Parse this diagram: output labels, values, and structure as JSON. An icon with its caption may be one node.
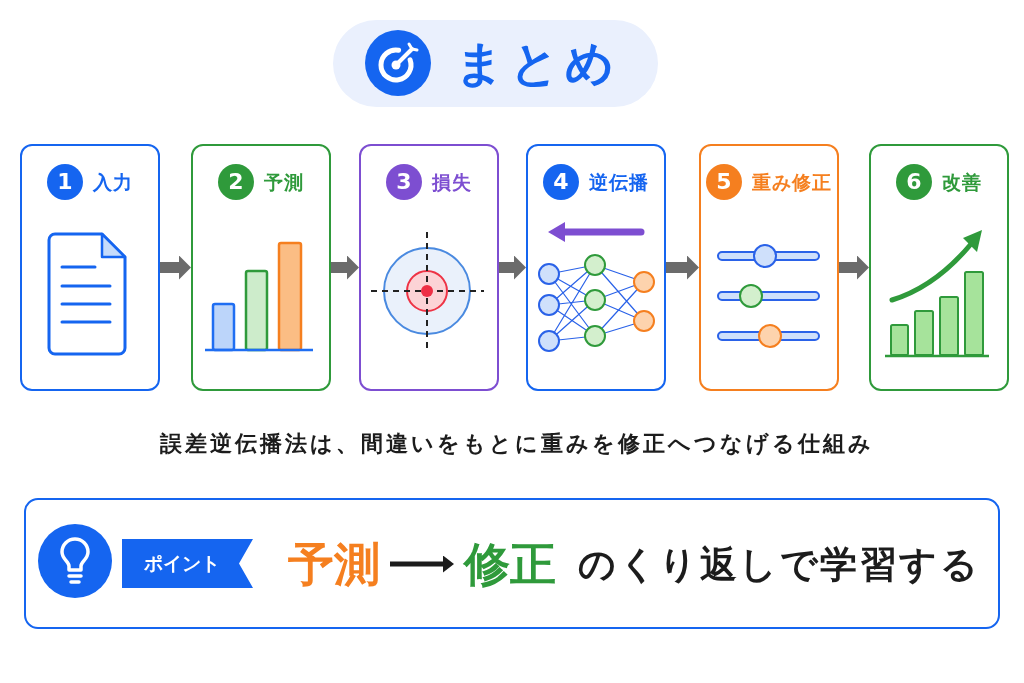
{
  "diagram": {
    "title": "まとめ",
    "nodes": [
      {
        "text": [
          "1",
          "入力"
        ]
      },
      {
        "text": [
          "2",
          "予測"
        ]
      },
      {
        "text": [
          "3",
          "損失"
        ]
      },
      {
        "text": [
          "4",
          "逆伝播"
        ]
      },
      {
        "text": [
          "5",
          "重み修正"
        ]
      },
      {
        "text": [
          "6",
          "改善"
        ]
      },
      {
        "text": [
          "のくり返しで学習する"
        ]
      },
      {
        "text": [
          "ポイント"
        ],
        "in": 6
      },
      {
        "text": [
          "予測"
        ],
        "in": 6
      },
      {
        "text": [
          "修正"
        ],
        "in": 6
      }
    ],
    "edges": [
      {
        "from": 0,
        "to": 1,
        "arrow": "to"
      },
      {
        "from": 1,
        "to": 2,
        "arrow": "to"
      },
      {
        "from": 2,
        "to": 3,
        "arrow": "to"
      },
      {
        "from": 3,
        "to": 4,
        "arrow": "to"
      },
      {
        "from": 4,
        "to": 5,
        "arrow": "to"
      },
      {
        "from": 8,
        "to": 9,
        "arrow": "to",
        "color": "#1c1c1c"
      }
    ],
    "labels": [
      "誤差逆伝播法は、間違いをもとに重みを修正へつなげる仕組み"
    ]
  }
}
